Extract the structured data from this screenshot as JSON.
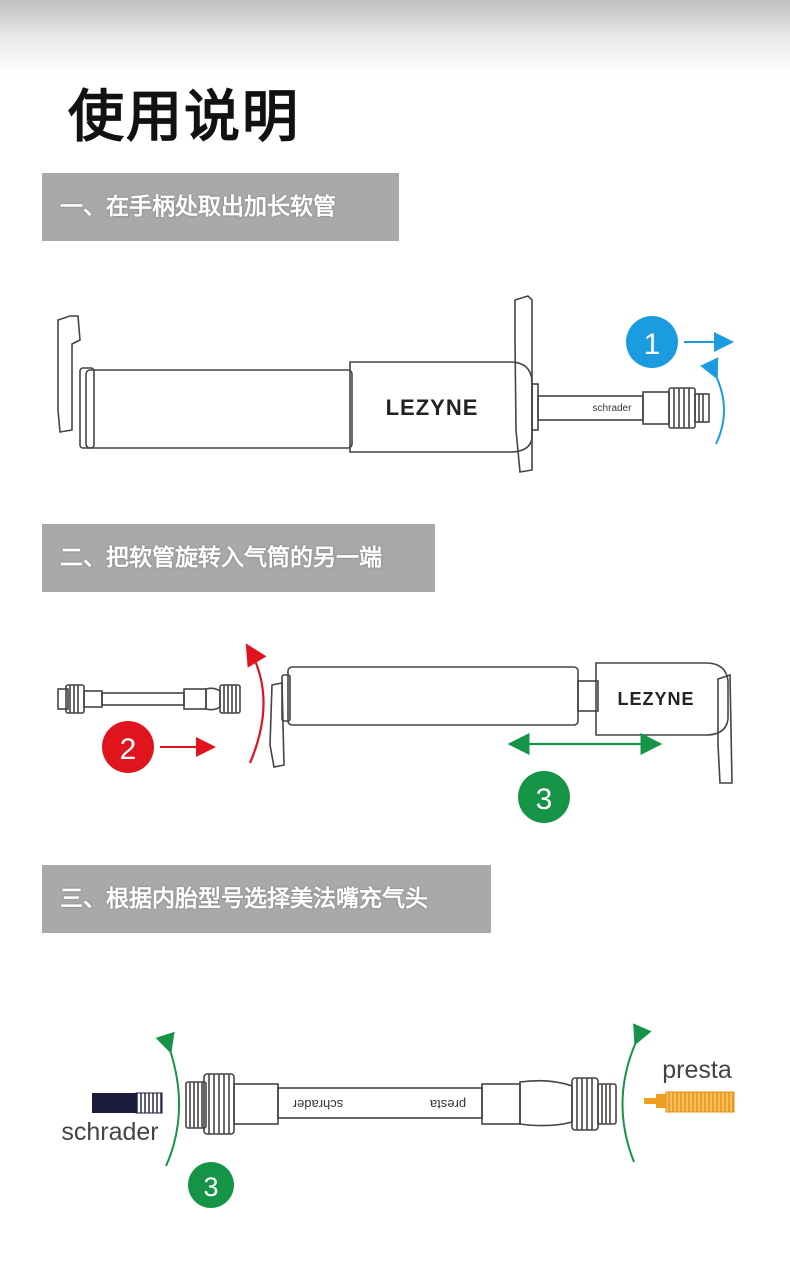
{
  "title": "使用说明",
  "steps": [
    {
      "label": "一、在手柄处取出加长软管"
    },
    {
      "label": "二、把软管旋转入气筒的另一端"
    },
    {
      "label": "三、根据内胎型号选择美法嘴充气头"
    }
  ],
  "badges": {
    "one": "1",
    "two": "2",
    "three_a": "3",
    "three_b": "3"
  },
  "brand": "LEZYNE",
  "hose_labels": {
    "pump_hose": "schrader",
    "hose_left": "schrader",
    "hose_right": "presta"
  },
  "valve_labels": {
    "schrader": "schrader",
    "presta": "presta"
  },
  "colors": {
    "banner": "#a9a9a9",
    "blue": "#1b9ce0",
    "red": "#e0141d",
    "green": "#159447",
    "presta_orange": "#f0a020",
    "outline": "#444444"
  }
}
